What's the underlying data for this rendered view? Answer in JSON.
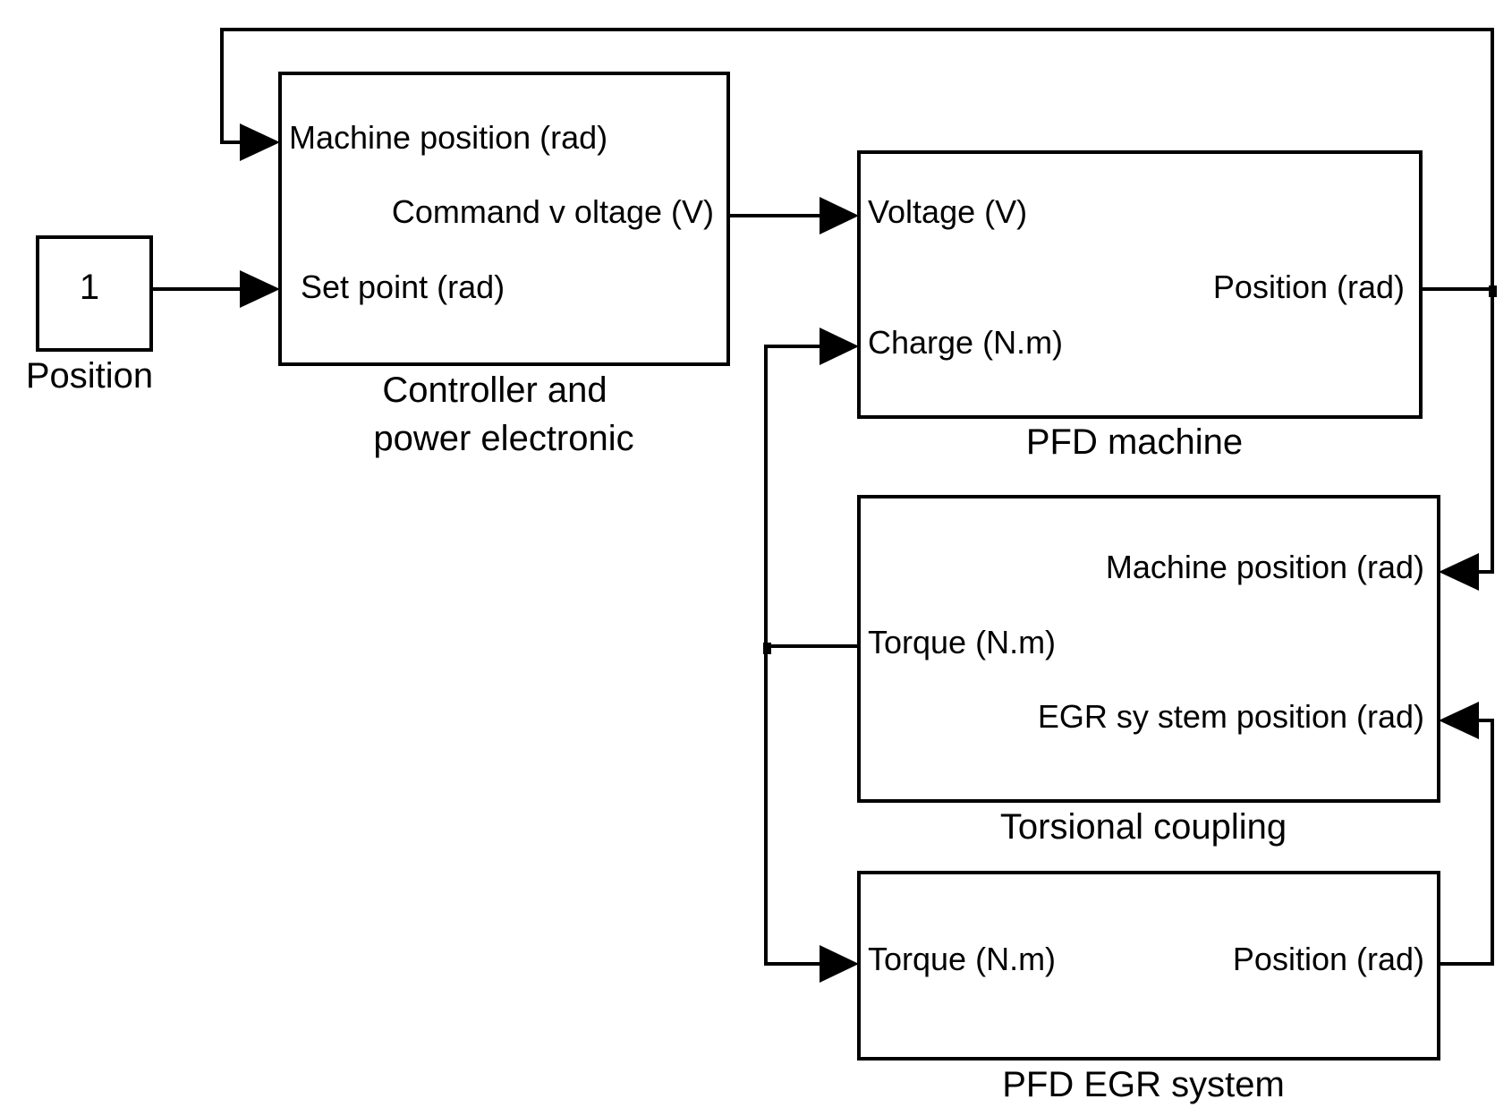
{
  "constant_block": {
    "value": "1",
    "caption": "Position"
  },
  "controller_block": {
    "caption_line1": "Controller and",
    "caption_line2": "power electronic",
    "inputs": {
      "machine_position": "Machine position (rad)",
      "set_point": "Set point (rad)"
    },
    "outputs": {
      "command_voltage": "Command v oltage (V)"
    }
  },
  "pfd_machine_block": {
    "caption": "PFD machine",
    "inputs": {
      "voltage": "Voltage (V)",
      "charge": "Charge (N.m)"
    },
    "outputs": {
      "position": "Position (rad)"
    }
  },
  "torsional_coupling_block": {
    "caption": "Torsional coupling",
    "inputs": {
      "machine_position": "Machine position (rad)",
      "egr_system_position": "EGR sy stem position (rad)"
    },
    "outputs": {
      "torque": "Torque (N.m)"
    }
  },
  "pfd_egr_block": {
    "caption": "PFD EGR system",
    "inputs": {
      "torque": "Torque (N.m)"
    },
    "outputs": {
      "position": "Position (rad)"
    }
  },
  "colors": {
    "line": "#000000",
    "background": "#ffffff"
  }
}
